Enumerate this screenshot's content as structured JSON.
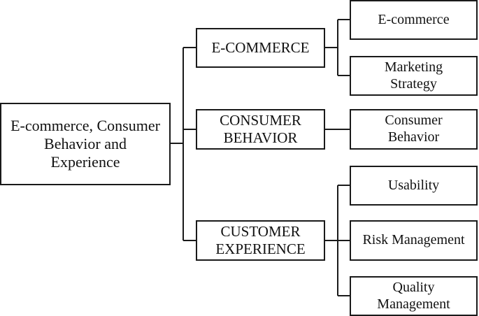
{
  "diagram": {
    "root": {
      "label": "E-commerce, Consumer\nBehavior and\nExperience"
    },
    "categories": [
      {
        "label": "E-COMMERCE",
        "children": [
          "E-commerce",
          "Marketing\nStrategy"
        ]
      },
      {
        "label": "CONSUMER\nBEHAVIOR",
        "children": [
          "Consumer\nBehavior"
        ]
      },
      {
        "label": "CUSTOMER\nEXPERIENCE",
        "children": [
          "Usability",
          "Risk Management",
          "Quality\nManagement"
        ]
      }
    ]
  }
}
